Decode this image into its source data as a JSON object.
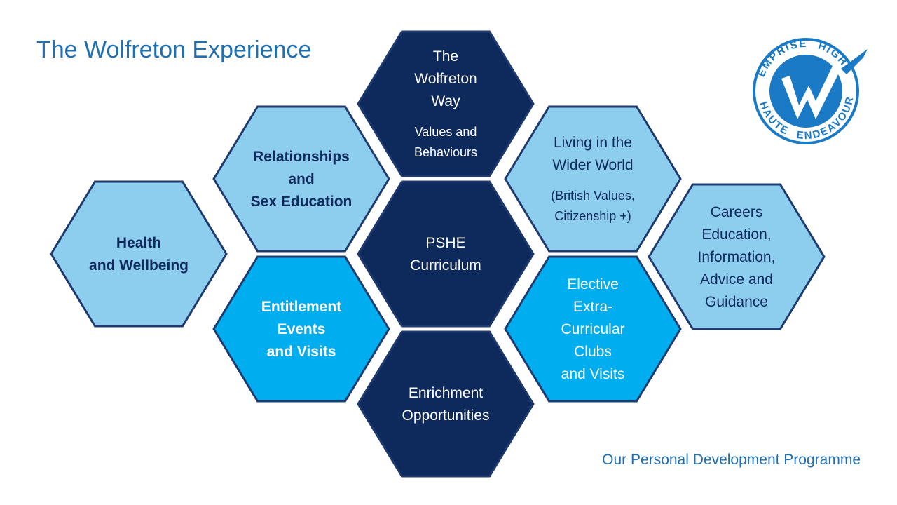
{
  "title": "The Wolfreton Experience",
  "footer": "Our Personal Development Programme",
  "colors": {
    "title_text": "#1f6fb2",
    "hex_outline": "#1e3a6e",
    "dark_fill": "#0e2a5c",
    "light_fill": "#8dcdee",
    "bright_fill": "#00adef",
    "logo_blue": "#1a7ac6"
  },
  "hexagons": [
    {
      "id": "wolfreton-way",
      "fill": "dark",
      "lines": [
        "The",
        "Wolfreton",
        "Way"
      ],
      "sublines": [
        "Values and",
        "Behaviours"
      ]
    },
    {
      "id": "relationships",
      "fill": "light",
      "lines": [
        "Relationships",
        "and",
        "Sex Education"
      ],
      "sublines": []
    },
    {
      "id": "living-wider-world",
      "fill": "light",
      "lines": [
        "Living in the",
        "Wider World"
      ],
      "sublines": [
        "(British Values,",
        "Citizenship +)"
      ]
    },
    {
      "id": "health-wellbeing",
      "fill": "light",
      "lines": [
        "Health",
        "and Wellbeing"
      ],
      "sublines": []
    },
    {
      "id": "pshe-curriculum",
      "fill": "dark",
      "lines": [
        "PSHE",
        "Curriculum"
      ],
      "sublines": []
    },
    {
      "id": "careers",
      "fill": "light",
      "lines": [
        "Careers",
        "Education,",
        "Information,",
        "Advice and",
        "Guidance"
      ],
      "sublines": []
    },
    {
      "id": "entitlement",
      "fill": "bright",
      "lines": [
        "Entitlement",
        "Events",
        "and Visits"
      ],
      "sublines": []
    },
    {
      "id": "elective",
      "fill": "bright",
      "lines": [
        "Elective",
        "Extra-",
        "Curricular",
        "Clubs",
        "and Visits"
      ],
      "sublines": []
    },
    {
      "id": "enrichment",
      "fill": "dark",
      "lines": [
        "Enrichment",
        "Opportunities"
      ],
      "sublines": []
    }
  ],
  "logo": {
    "ring_top": "HIGH",
    "ring_right": "ENDEAVOUR",
    "ring_left": "EMPRISE",
    "ring_bottom": "HAUTE"
  }
}
